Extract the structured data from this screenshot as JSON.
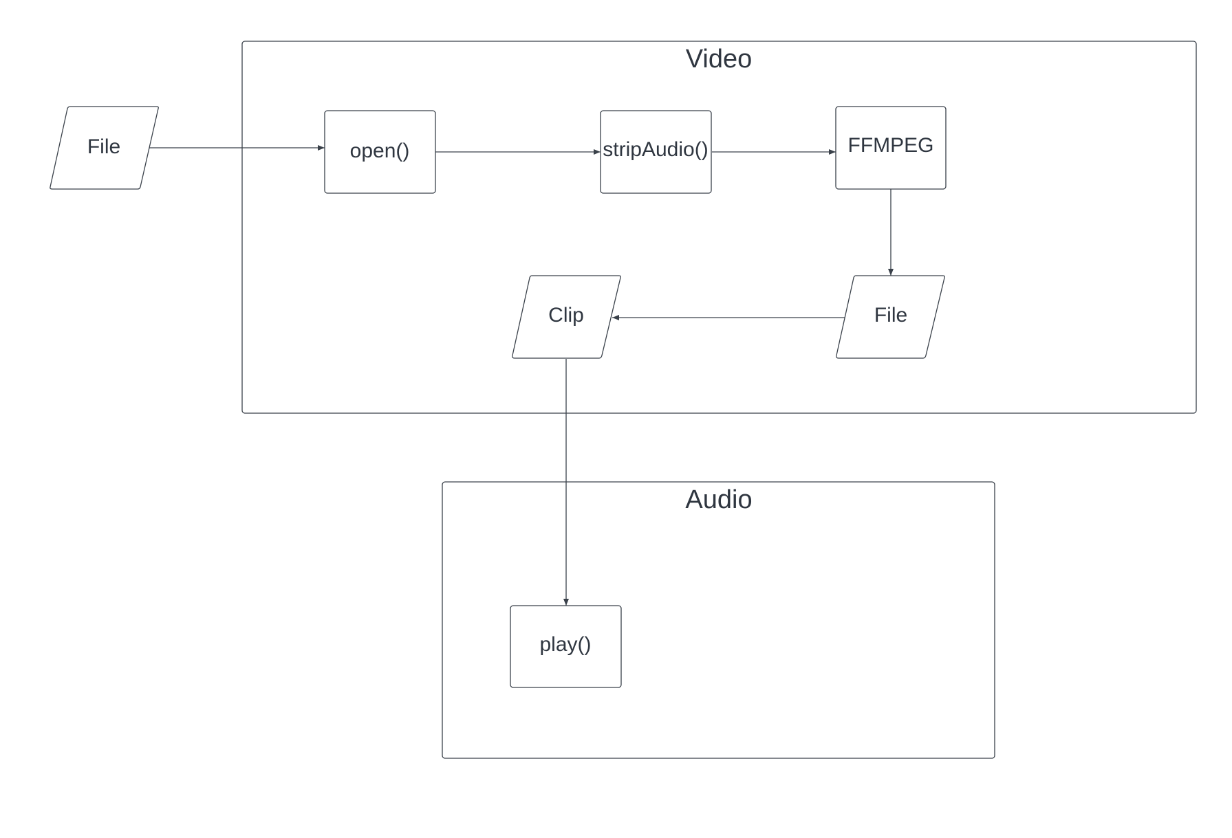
{
  "diagram": {
    "containers": {
      "video": {
        "title": "Video"
      },
      "audio": {
        "title": "Audio"
      }
    },
    "nodes": {
      "file_input": {
        "label": "File",
        "shape": "parallelogram"
      },
      "open": {
        "label": "open()",
        "shape": "rectangle"
      },
      "strip_audio": {
        "label": "stripAudio()",
        "shape": "rectangle"
      },
      "ffmpeg": {
        "label": "FFMPEG",
        "shape": "rectangle"
      },
      "file_output": {
        "label": "File",
        "shape": "parallelogram"
      },
      "clip": {
        "label": "Clip",
        "shape": "parallelogram"
      },
      "play": {
        "label": "play()",
        "shape": "rectangle"
      }
    },
    "edges": [
      {
        "from": "File",
        "to": "open()"
      },
      {
        "from": "open()",
        "to": "stripAudio()"
      },
      {
        "from": "stripAudio()",
        "to": "FFMPEG"
      },
      {
        "from": "FFMPEG",
        "to": "File"
      },
      {
        "from": "File",
        "to": "Clip"
      },
      {
        "from": "Clip",
        "to": "play()"
      }
    ],
    "colors": {
      "stroke": "#3a414a",
      "text": "#2f3640",
      "background": "#ffffff"
    }
  }
}
